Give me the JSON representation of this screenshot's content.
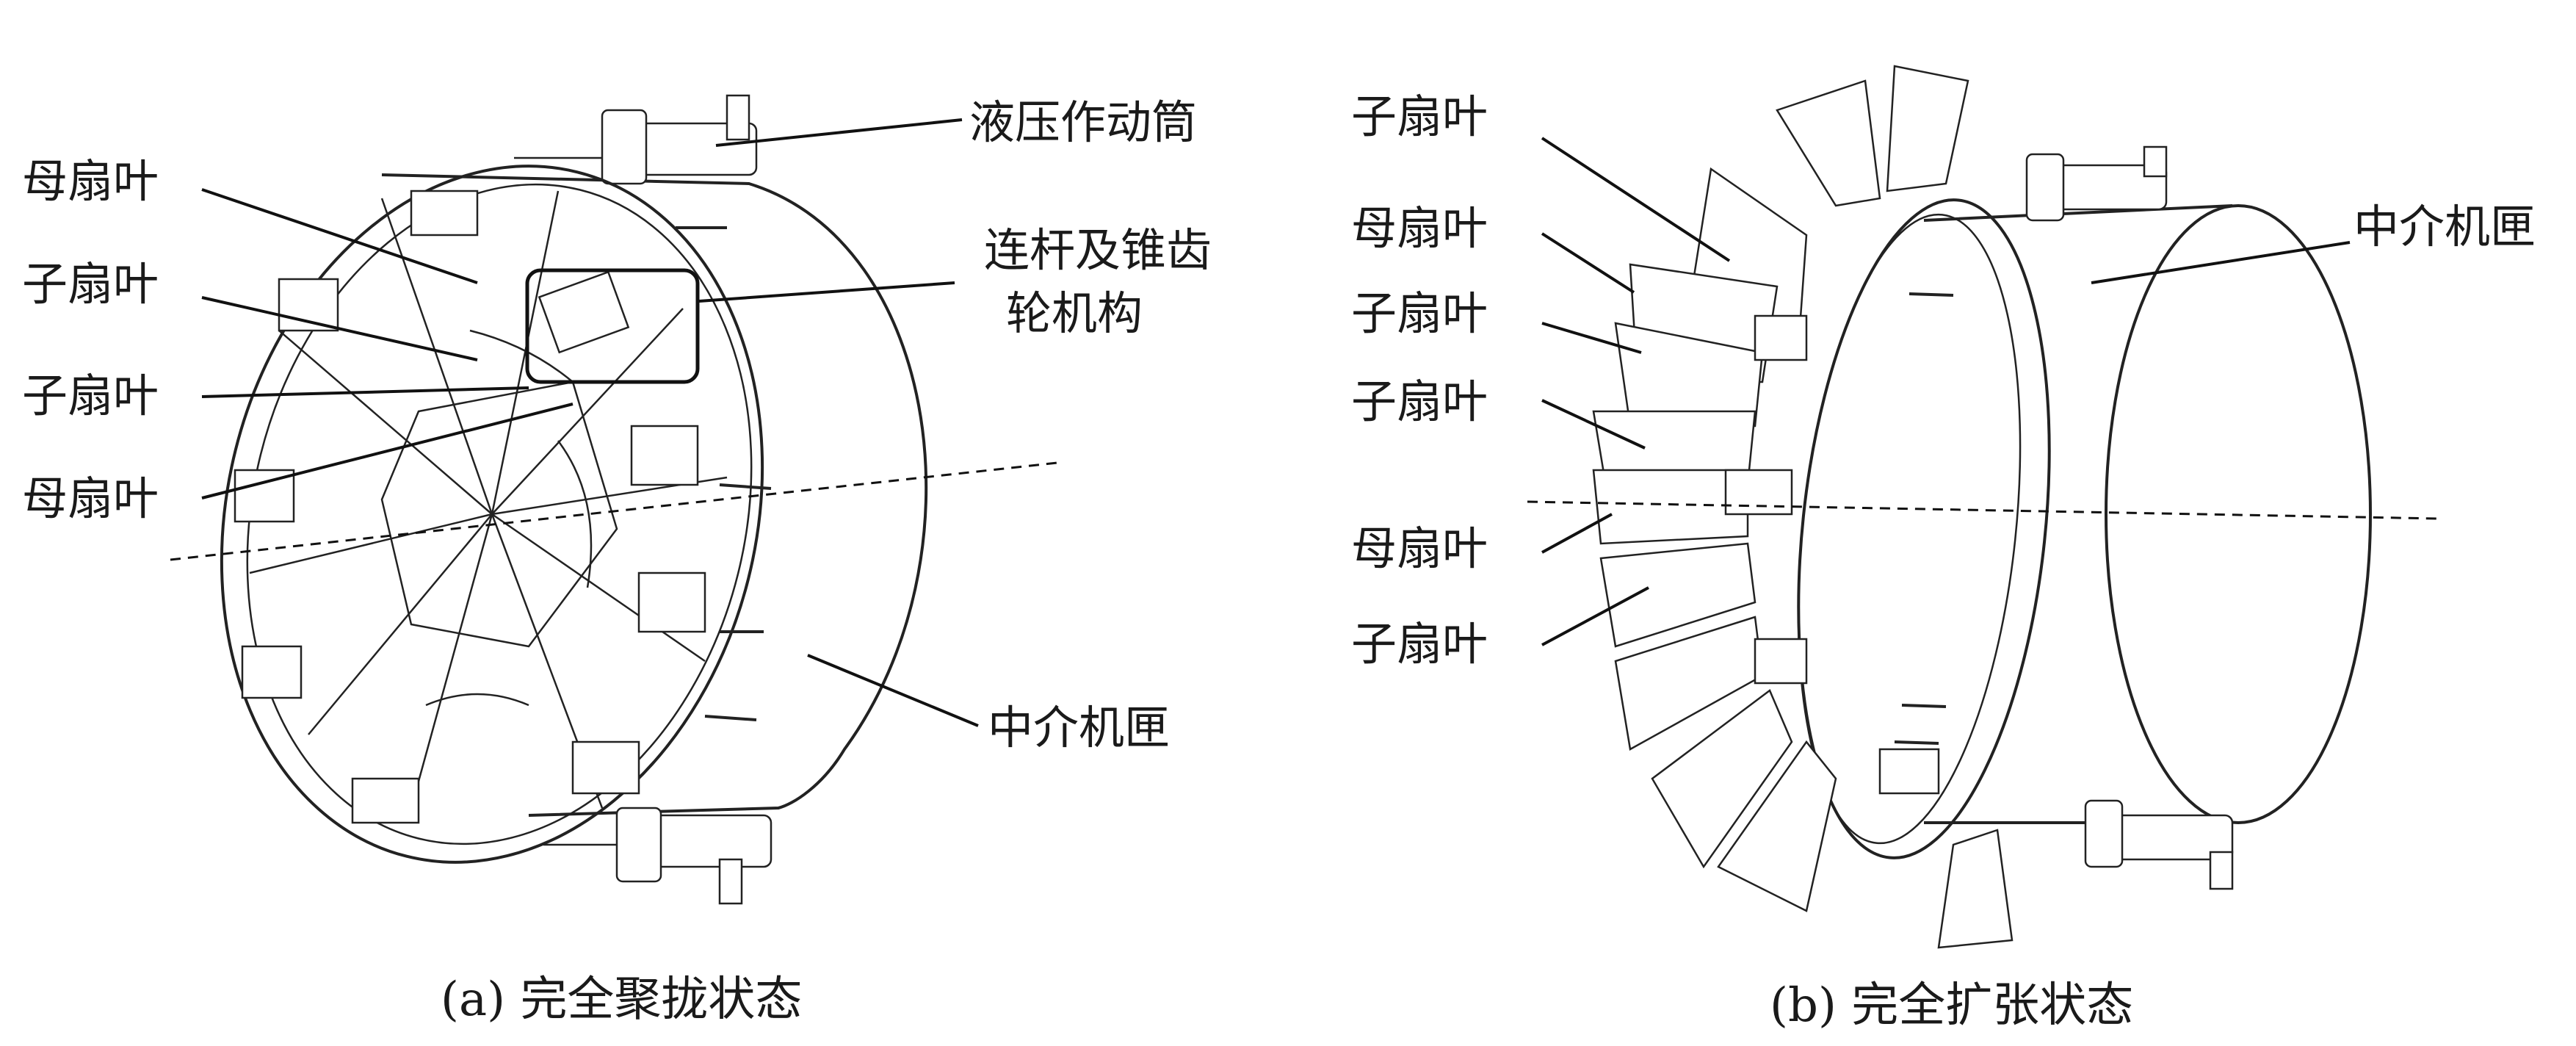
{
  "panel_a": {
    "labels": {
      "mother_blade_top": "母扇叶",
      "child_blade_1": "子扇叶",
      "child_blade_2": "子扇叶",
      "mother_blade_bottom": "母扇叶",
      "hydraulic_actuator": "液压作动筒",
      "linkage_line1": "连杆及锥齿",
      "linkage_line2": "轮机构",
      "casing": "中介机匣"
    },
    "caption": "(a) 完全聚拢状态"
  },
  "panel_b": {
    "labels": {
      "child_blade_1": "子扇叶",
      "mother_blade_1": "母扇叶",
      "child_blade_2": "子扇叶",
      "child_blade_3": "子扇叶",
      "mother_blade_2": "母扇叶",
      "child_blade_4": "子扇叶",
      "casing": "中介机匣"
    },
    "caption": "(b) 完全扩张状态"
  }
}
